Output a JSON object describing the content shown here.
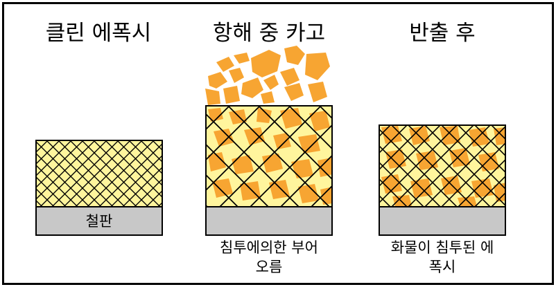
{
  "panels": [
    {
      "title": "클린 에폭시"
    },
    {
      "title": "항해 중 카고"
    },
    {
      "title": "반출 후"
    }
  ],
  "labels": {
    "steel_plate": "철판",
    "caption_mid_line1": "침투에의한 부어",
    "caption_mid_line2": "오름",
    "caption_right_line1": "화물이 침투된 에",
    "caption_right_line2": "폭시"
  },
  "colors": {
    "epoxy_fill": "#fff59d",
    "cargo_orange": "#f7a532",
    "steel_gray": "#c8c8c8",
    "outline": "#000000"
  }
}
